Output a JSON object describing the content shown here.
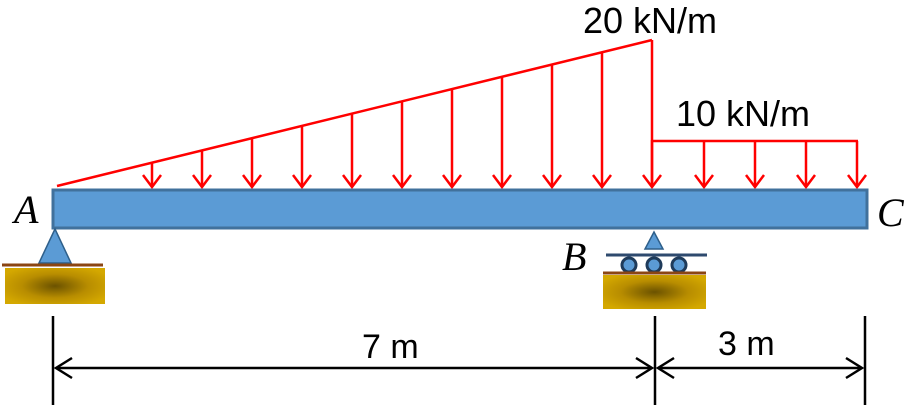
{
  "loads": {
    "triangular_label": "20 kN/m",
    "uniform_label": "10 kN/m"
  },
  "points": {
    "a": "A",
    "b": "B",
    "c": "C"
  },
  "dimensions": {
    "span_ab": "7 m",
    "span_bc": "3 m"
  },
  "supports": {
    "a": "pin",
    "b": "roller"
  },
  "colors": {
    "beam_fill": "#5b9bd5",
    "beam_stroke": "#41719c",
    "load": "#ff0000",
    "support": "#5b9bd5",
    "ground": "#c9a000",
    "ground_line": "#8b4513",
    "dimension": "#000000"
  }
}
